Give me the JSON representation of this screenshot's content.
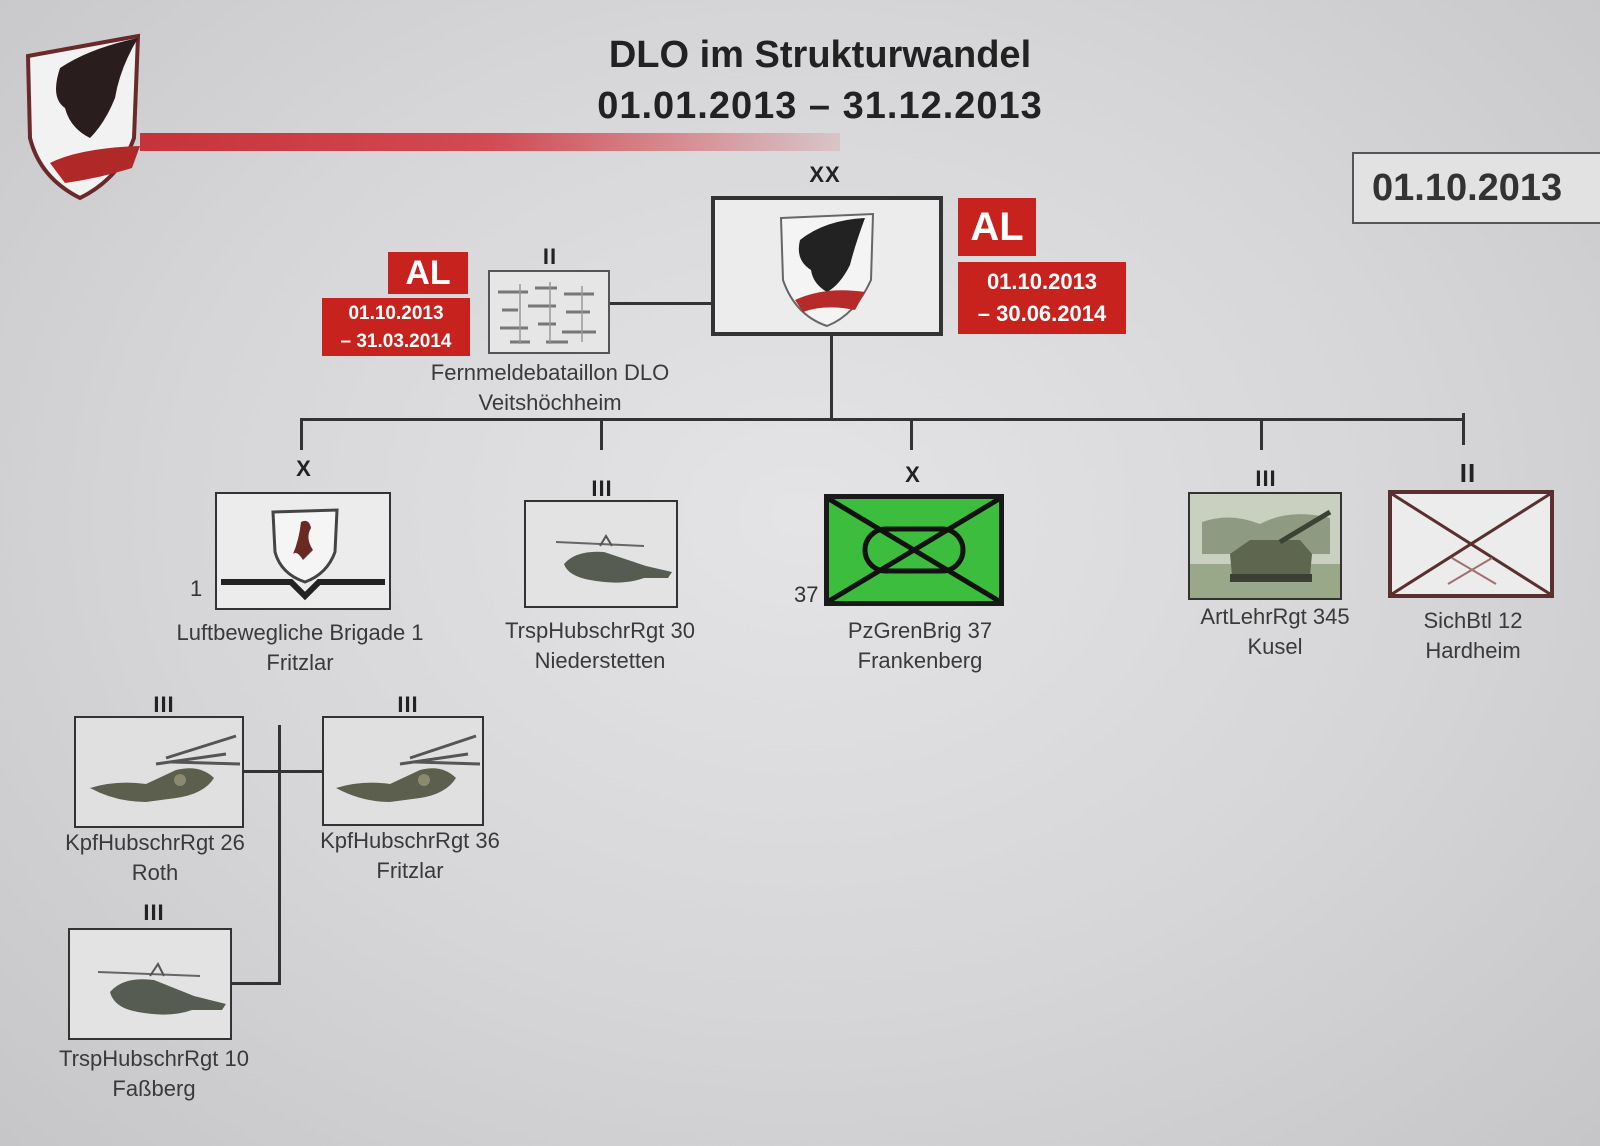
{
  "header": {
    "title": "DLO im Strukturwandel",
    "period": "01.01.2013 – 31.12.2013",
    "date_stamp": "01.10.2013"
  },
  "colors": {
    "accent_red": "#c8221e",
    "brigade_green": "#3dbd3d"
  },
  "hq": {
    "echelon": "XX",
    "al_badge": "AL",
    "al_period": [
      "01.10.2013",
      "– 30.06.2014"
    ],
    "icon": "eagle-crest-icon"
  },
  "signal_battalion": {
    "echelon": "II",
    "al_badge": "AL",
    "al_period": [
      "01.10.2013",
      "– 31.03.2014"
    ],
    "label": [
      "Fernmeldebataillon DLO",
      "Veitshöchheim"
    ],
    "icon": "signal-unit-icon"
  },
  "subordinates": [
    {
      "id": "luftbewegliche-brigade",
      "echelon": "X",
      "number": "1",
      "label": [
        "Luftbewegliche Brigade 1",
        "Fritzlar"
      ],
      "icon": "airborne-brigade-crest-icon"
    },
    {
      "id": "trsphubschrrgt-30",
      "echelon": "III",
      "label": [
        "TrspHubschrRgt 30",
        "Niederstetten"
      ],
      "icon": "transport-helicopter-icon"
    },
    {
      "id": "pzgrenbrig-37",
      "echelon": "X",
      "number": "37",
      "label": [
        "PzGrenBrig 37",
        "Frankenberg"
      ],
      "icon": "mechanized-infantry-icon"
    },
    {
      "id": "artlehrrgt-345",
      "echelon": "III",
      "label": [
        "ArtLehrRgt 345",
        "Kusel"
      ],
      "icon": "self-propelled-howitzer-icon"
    },
    {
      "id": "sichbtl-12",
      "echelon": "II",
      "label": [
        "SichBtl 12",
        "Hardheim"
      ],
      "icon": "infantry-security-icon"
    }
  ],
  "brigade_units": [
    {
      "id": "kpfhubschrrgt-26",
      "echelon": "III",
      "label": [
        "KpfHubschrRgt 26",
        "Roth"
      ],
      "icon": "attack-helicopter-icon"
    },
    {
      "id": "kpfhubschrrgt-36",
      "echelon": "III",
      "label": [
        "KpfHubschrRgt 36",
        "Fritzlar"
      ],
      "icon": "attack-helicopter-icon"
    },
    {
      "id": "trsphubschrrgt-10",
      "echelon": "III",
      "label": [
        "TrspHubschrRgt 10",
        "Faßberg"
      ],
      "icon": "transport-helicopter-icon"
    }
  ]
}
